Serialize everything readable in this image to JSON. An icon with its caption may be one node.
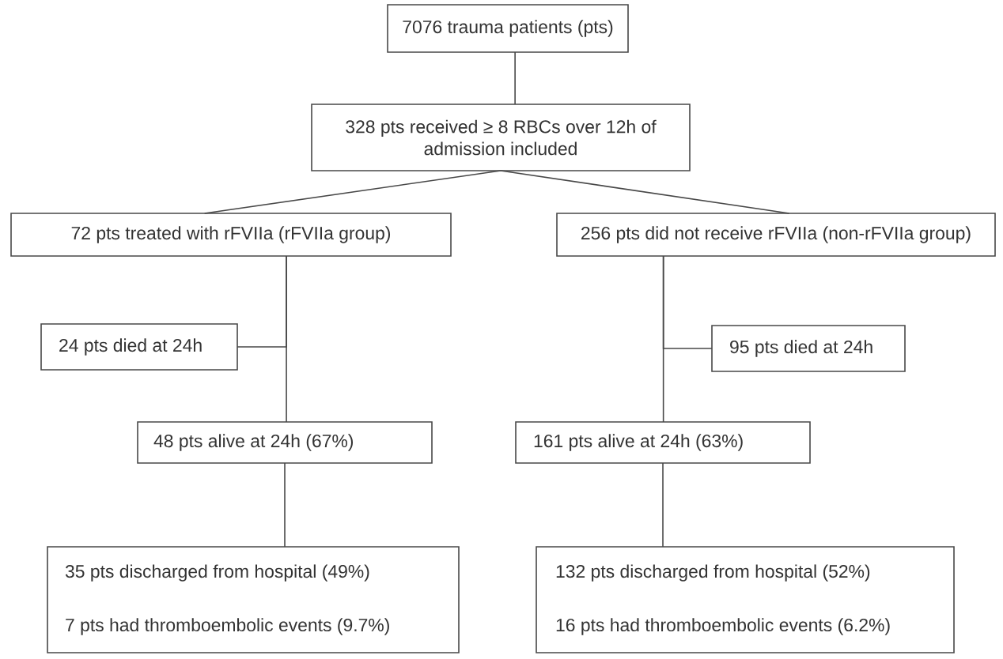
{
  "diagram": {
    "nodes": [
      {
        "text": [
          "7076 trauma patients (pts)"
        ]
      },
      {
        "text": [
          "328 pts received ≥ 8 RBCs over 12h of admission included"
        ]
      },
      {
        "text": [
          "72 pts treated with rFVIIa (rFVIIa group)"
        ]
      },
      {
        "text": [
          "256 pts did not receive rFVIIa (non-rFVIIa group)"
        ]
      },
      {
        "text": [
          "24 pts died at 24h"
        ]
      },
      {
        "text": [
          "48 pts alive at 24h (67%)"
        ]
      },
      {
        "text": [
          "95 pts died at 24h"
        ]
      },
      {
        "text": [
          "161 pts alive at 24h (63%)"
        ]
      },
      {
        "text": [
          "35 pts discharged from hospital (49%)",
          "7 pts had thromboembolic events (9.7%)"
        ]
      },
      {
        "text": [
          "132 pts discharged from hospital (52%)",
          "16 pts had thromboembolic events (6.2%)"
        ]
      }
    ],
    "edges": [
      {
        "from": 0,
        "to": 1,
        "arrow": "none"
      },
      {
        "from": 1,
        "to": 2,
        "arrow": "none"
      },
      {
        "from": 1,
        "to": 3,
        "arrow": "none"
      },
      {
        "from": 2,
        "to": 4,
        "arrow": "none"
      },
      {
        "from": 2,
        "to": 5,
        "arrow": "none"
      },
      {
        "from": 5,
        "to": 8,
        "arrow": "none"
      },
      {
        "from": 3,
        "to": 6,
        "arrow": "none"
      },
      {
        "from": 3,
        "to": 7,
        "arrow": "none"
      },
      {
        "from": 7,
        "to": 9,
        "arrow": "none"
      }
    ]
  }
}
